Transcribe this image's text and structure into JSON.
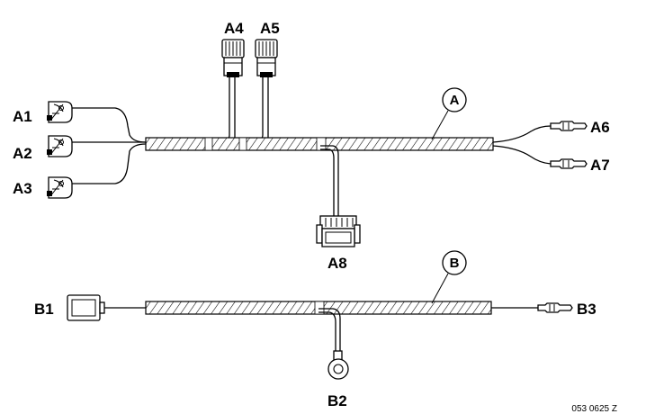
{
  "harness_a": {
    "callout": "A",
    "connectors": [
      "A1",
      "A2",
      "A3",
      "A4",
      "A5",
      "A6",
      "A7",
      "A8"
    ]
  },
  "harness_b": {
    "callout": "B",
    "connectors": [
      "B1",
      "B2",
      "B3"
    ]
  },
  "reference_code": "053 0625 Z"
}
